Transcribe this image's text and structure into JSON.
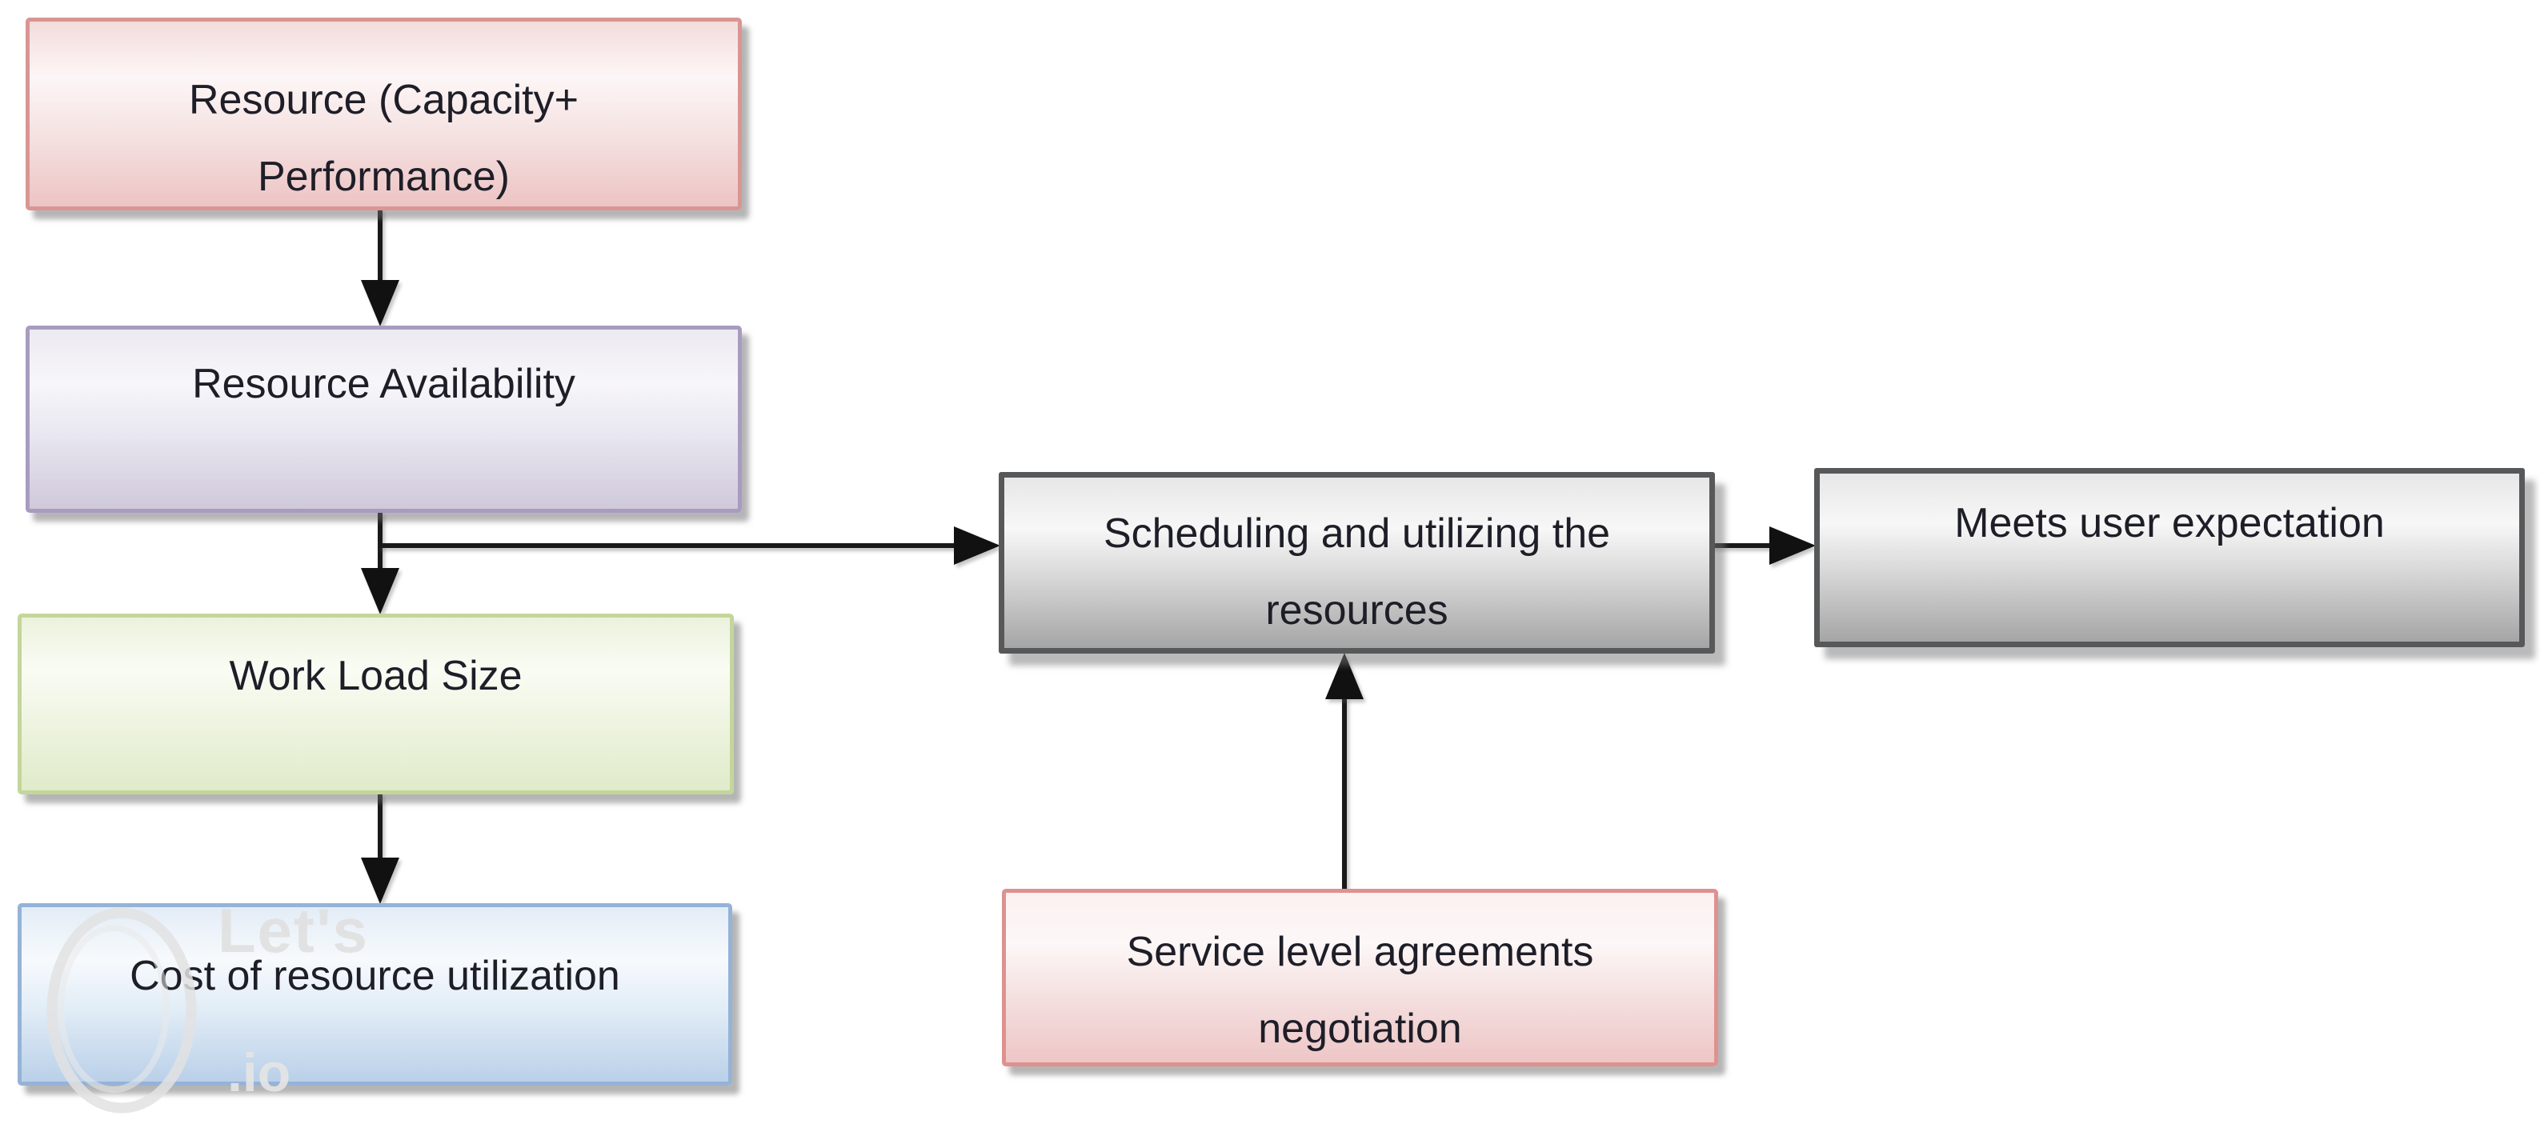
{
  "diagram": {
    "background": "#ffffff",
    "text_color": "#1e1e28",
    "arrow_color": "#191919",
    "nodes": [
      {
        "id": "resource-capacity",
        "label": "Resource (Capacity+ Performance)",
        "style": "pink"
      },
      {
        "id": "resource-availability",
        "label": "Resource Availability",
        "style": "lavender"
      },
      {
        "id": "workload-size",
        "label": "Work Load Size",
        "style": "green"
      },
      {
        "id": "cost-utilization",
        "label": "Cost of resource utilization",
        "style": "blue"
      },
      {
        "id": "scheduling",
        "label": "Scheduling and utilizing the resources",
        "style": "gray"
      },
      {
        "id": "meets-expectation",
        "label": "Meets user expectation",
        "style": "gray"
      },
      {
        "id": "sla-negotiation",
        "label": "Service level agreements negotiation",
        "style": "pink-light"
      }
    ],
    "styles": {
      "pink": {
        "border": "#d89693",
        "gradient": [
          "#f3dcdc",
          "#fdf6f6",
          "#f6e4e4",
          "#edc4c4"
        ]
      },
      "lavender": {
        "border": "#a99bc0",
        "gradient": [
          "#eceaf1",
          "#f7f6fa",
          "#e9e7f0",
          "#cfc9da"
        ]
      },
      "green": {
        "border": "#c3d69b",
        "gradient": [
          "#ebf2dc",
          "#fafcf4",
          "#eff5e2",
          "#e0ebca"
        ]
      },
      "blue": {
        "border": "#95b3d7",
        "gradient": [
          "#e3ecf6",
          "#f7fafd",
          "#e2edf6",
          "#bad0e9"
        ]
      },
      "gray": {
        "border": "#57585a",
        "gradient": [
          "#e7e7e7",
          "#f7f7f7",
          "#d8d8d8",
          "#a5a5a5"
        ]
      },
      "pink-light": {
        "border": "#dd928f",
        "gradient": [
          "#fbf1f1",
          "#fdf7f7",
          "#f5e2e2",
          "#eec6c6"
        ]
      }
    },
    "connections": [
      {
        "from": "resource-capacity",
        "to": "resource-availability",
        "direction": "down"
      },
      {
        "from": "resource-availability",
        "to": "workload-size",
        "direction": "down"
      },
      {
        "from": "resource-availability",
        "to": "scheduling",
        "direction": "right"
      },
      {
        "from": "workload-size",
        "to": "cost-utilization",
        "direction": "down"
      },
      {
        "from": "scheduling",
        "to": "meets-expectation",
        "direction": "right"
      },
      {
        "from": "sla-negotiation",
        "to": "scheduling",
        "direction": "up"
      }
    ],
    "watermark": {
      "line1": "Let's",
      "line2": ".io",
      "color": "#e0e0e0"
    }
  }
}
